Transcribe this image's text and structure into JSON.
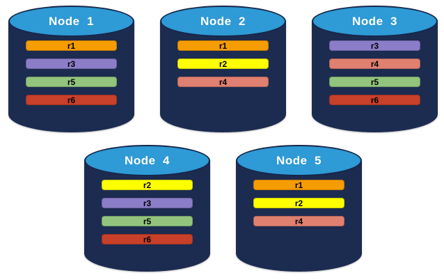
{
  "diagram": {
    "type": "replica-placement-diagram",
    "background_color": "#ffffff",
    "node_body_color": "#1c2b50",
    "node_top_color": "#2e9ad6",
    "node_outline_color": "#16274a",
    "node_title_color": "#ffffff"
  },
  "replica_colors": {
    "r1": "#f59c00",
    "r2": "#ffff00",
    "r3": "#8b7dc8",
    "r4": "#e08070",
    "r5": "#92c47d",
    "r6": "#c8402a"
  },
  "nodes": [
    {
      "id": "node-1",
      "title": "Node  1",
      "position": "pos-n1",
      "replicas": [
        {
          "label": "r1",
          "color": "#f59c00"
        },
        {
          "label": "r3",
          "color": "#8b7dc8"
        },
        {
          "label": "r5",
          "color": "#92c47d"
        },
        {
          "label": "r6",
          "color": "#c8402a"
        }
      ]
    },
    {
      "id": "node-2",
      "title": "Node  2",
      "position": "pos-n2",
      "replicas": [
        {
          "label": "r1",
          "color": "#f59c00"
        },
        {
          "label": "r2",
          "color": "#ffff00"
        },
        {
          "label": "r4",
          "color": "#e08070"
        }
      ]
    },
    {
      "id": "node-3",
      "title": "Node  3",
      "position": "pos-n3",
      "replicas": [
        {
          "label": "r3",
          "color": "#8b7dc8"
        },
        {
          "label": "r4",
          "color": "#e08070"
        },
        {
          "label": "r5",
          "color": "#92c47d"
        },
        {
          "label": "r6",
          "color": "#c8402a"
        }
      ]
    },
    {
      "id": "node-4",
      "title": "Node  4",
      "position": "pos-n4",
      "replicas": [
        {
          "label": "r2",
          "color": "#ffff00"
        },
        {
          "label": "r3",
          "color": "#8b7dc8"
        },
        {
          "label": "r5",
          "color": "#92c47d"
        },
        {
          "label": "r6",
          "color": "#c8402a"
        }
      ]
    },
    {
      "id": "node-5",
      "title": "Node  5",
      "position": "pos-n5",
      "replicas": [
        {
          "label": "r1",
          "color": "#f59c00"
        },
        {
          "label": "r2",
          "color": "#ffff00"
        },
        {
          "label": "r4",
          "color": "#e08070"
        }
      ]
    }
  ]
}
